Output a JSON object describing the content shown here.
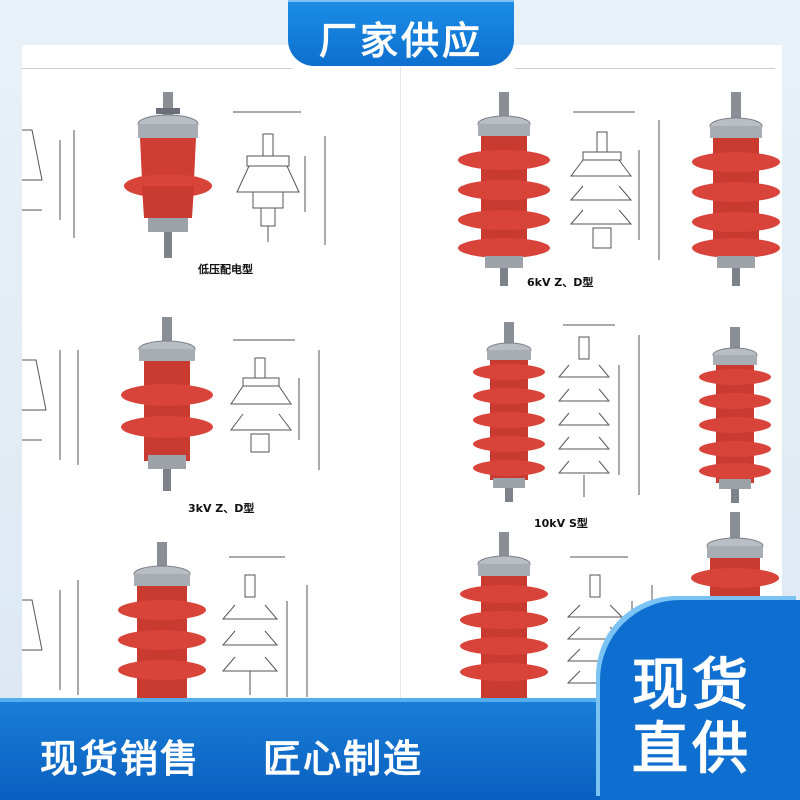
{
  "header": {
    "title": "厂家供应"
  },
  "products": [
    {
      "label": "低压配电型"
    },
    {
      "label": "6kV  Z、D型"
    },
    {
      "label": "3kV  Z、D型"
    },
    {
      "label": "10kV  S型"
    }
  ],
  "footer": {
    "slogan_left": "现货销售",
    "slogan_mid": "匠心制造",
    "stamp_line1": "现货",
    "stamp_line2": "直供"
  },
  "colors": {
    "brand_blue": "#0d6fcf",
    "arrester_red": "#d9443a",
    "footer_blue": "#0a5fbf"
  }
}
